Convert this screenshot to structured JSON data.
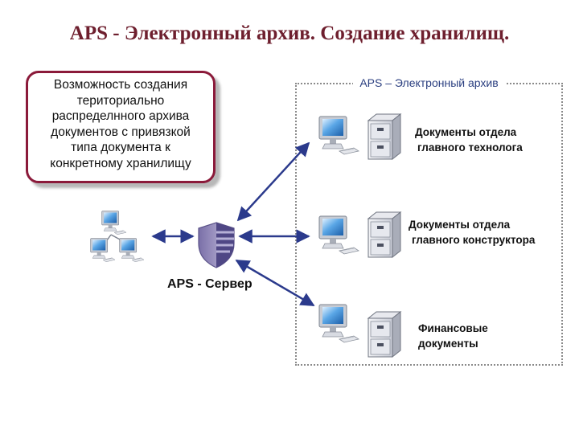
{
  "title": "APS - Электронный архив. Создание хранилищ.",
  "callout": {
    "lines": [
      "Возможность создания",
      "териториально",
      "распределнного архива",
      "документов с привязкой",
      "типа документа к",
      "конкретному хранилищу"
    ]
  },
  "archive": {
    "title": "APS – Электронный архив",
    "storages": [
      {
        "lines": [
          "Документы отдела",
          "главного технолога"
        ]
      },
      {
        "lines": [
          "Документы отдела",
          "главного конструктора"
        ]
      },
      {
        "lines": [
          "Финансовые",
          "документы"
        ]
      }
    ]
  },
  "server": {
    "label": "APS - Сервер"
  },
  "colors": {
    "title": "#6e1f2e",
    "callout_border": "#8b1a3a",
    "arrow": "#2b3a8c",
    "archive_title": "#2b3f80"
  },
  "icons": [
    "computer-icon",
    "file-cabinet-icon",
    "shield-icon",
    "computer-network-icon"
  ]
}
